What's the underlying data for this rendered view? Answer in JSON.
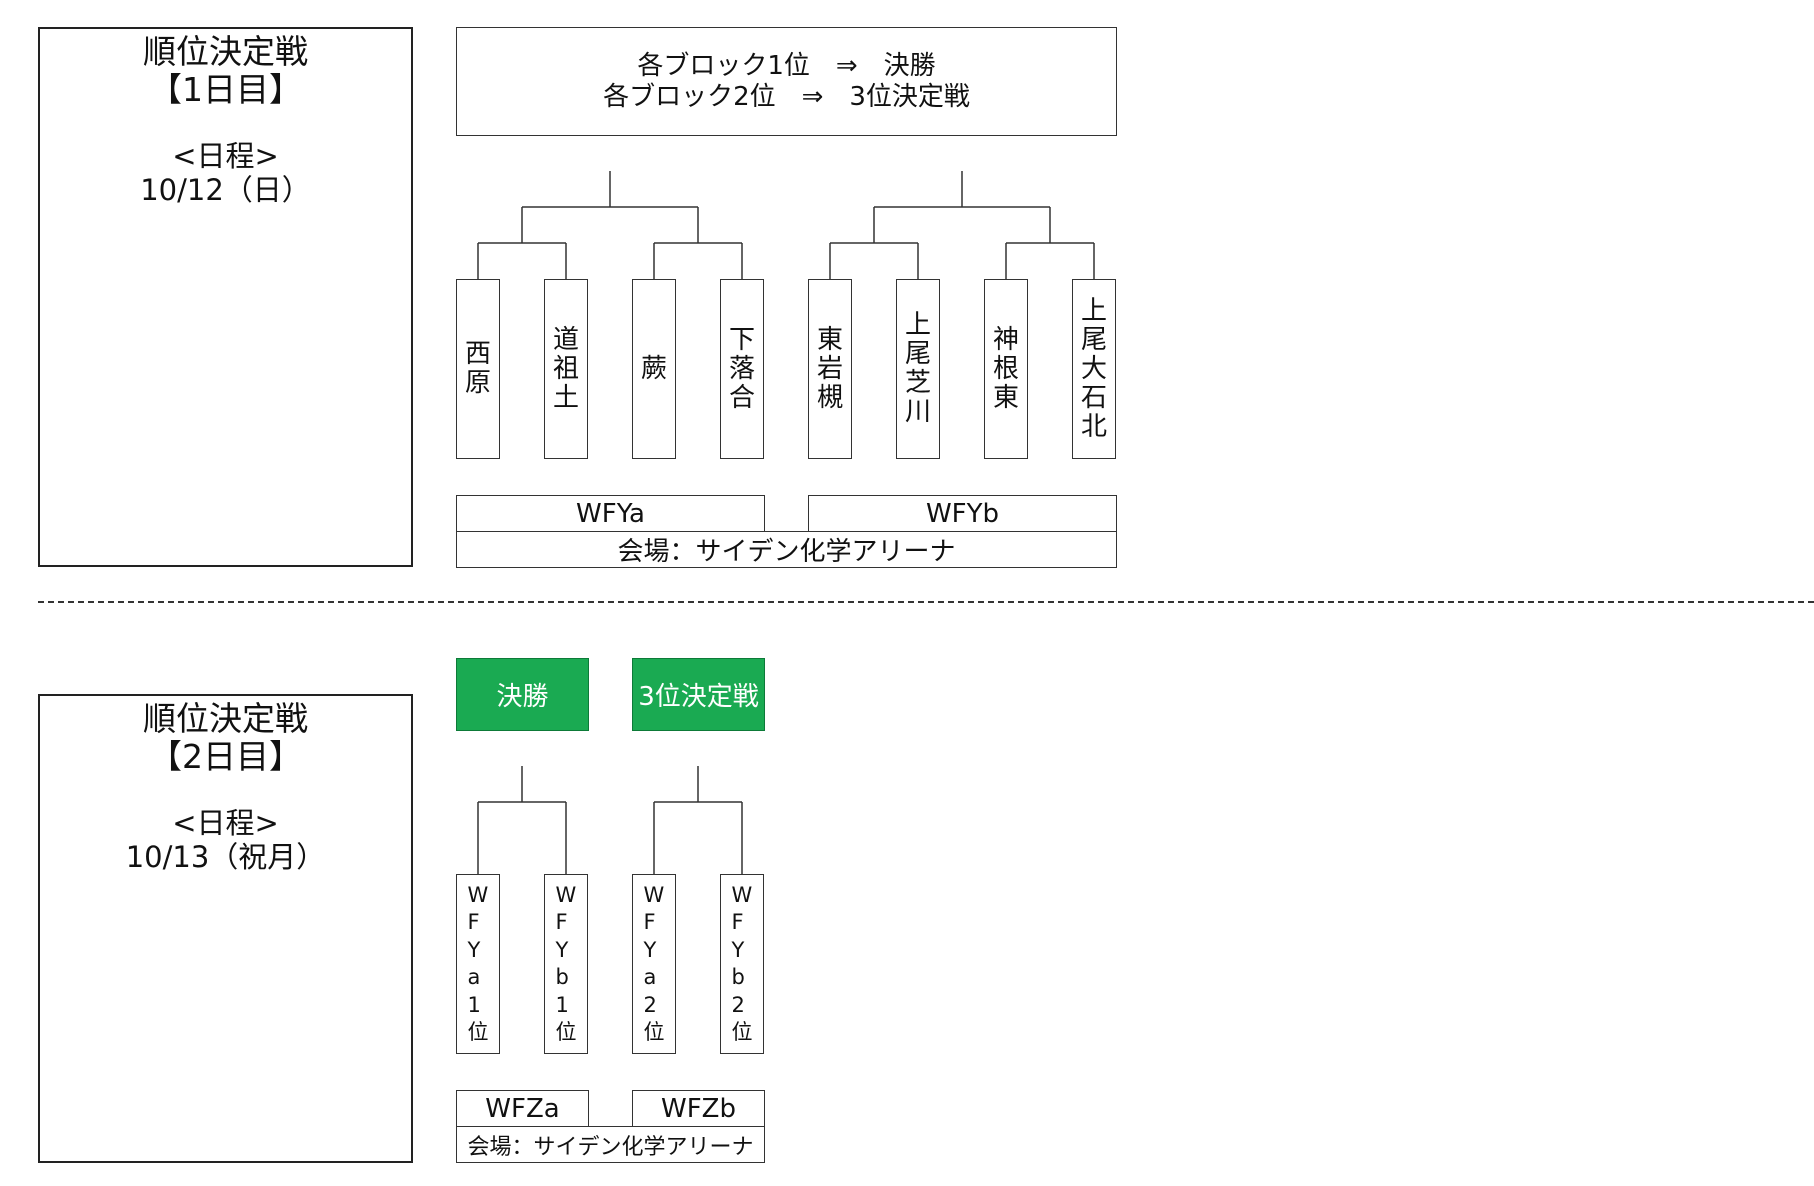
{
  "day1": {
    "title_line1": "順位決定戦",
    "title_line2": "【1日目】",
    "schedule_label": "<日程>",
    "schedule_date": "10/12（日）",
    "rule_line1": "各ブロック1位　⇒　決勝",
    "rule_line2": "各ブロック2位　⇒　3位決定戦",
    "teams": [
      "西原",
      "道祖土",
      "蕨",
      "下落合",
      "東岩槻",
      "上尾芝川",
      "神根東",
      "上尾大石北"
    ],
    "block_a": "WFYa",
    "block_b": "WFYb",
    "venue": "会場：サイデン化学アリーナ"
  },
  "day2": {
    "title_line1": "順位決定戦",
    "title_line2": "【2日目】",
    "schedule_label": "<日程>",
    "schedule_date": "10/13（祝月）",
    "final_label": "決勝",
    "third_place_label": "3位決定戦",
    "teams": [
      "WFYa1位",
      "WFYb1位",
      "WFYa2位",
      "WFYb2位"
    ],
    "block_a": "WFZa",
    "block_b": "WFZb",
    "venue": "会場：サイデン化学アリーナ",
    "highlight_color": "#1aaa52"
  }
}
